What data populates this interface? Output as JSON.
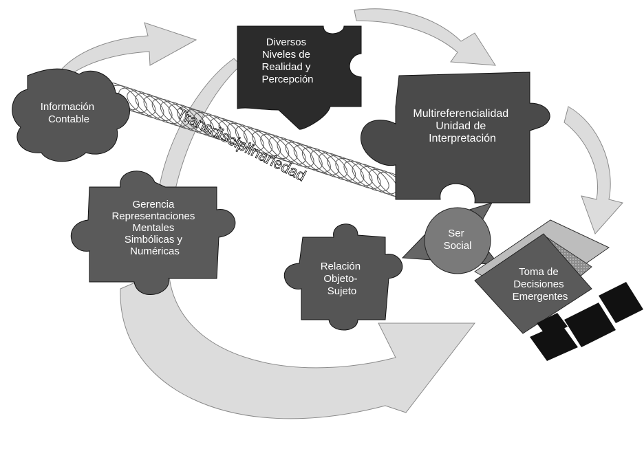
{
  "pieces": {
    "informacion": [
      "Información",
      "Contable"
    ],
    "diversos": [
      "Diversos",
      "Niveles de",
      "Realidad y",
      "Percepción"
    ],
    "multi": [
      "Multireferencialidad",
      "Unidad de",
      "Interpretación"
    ],
    "gerencia": [
      "Gerencia",
      "Representaciones",
      "Mentales",
      "Simbólicas y",
      "Numéricas"
    ],
    "relacion": [
      "Relación",
      "Objeto-",
      "Sujeto"
    ]
  },
  "ser_social": [
    "Ser",
    "Social"
  ],
  "toma": [
    "Toma de",
    "Decisiones",
    "Emergentes"
  ],
  "band_label": "Transdisciplinariedad",
  "colors": {
    "piece_dark": "#4a4a4a",
    "piece_black": "#2b2b2b",
    "arrow_fill": "#dcdcdc",
    "circle": "#7a7a7a"
  }
}
